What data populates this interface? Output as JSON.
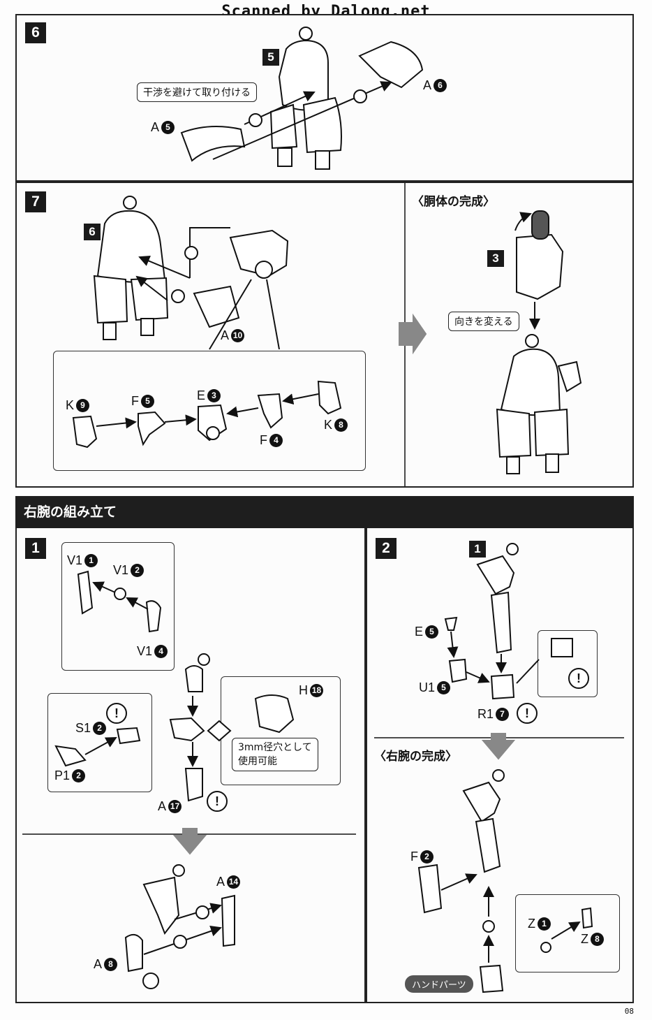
{
  "banner": "Scanned by Dalong.net",
  "step6": {
    "number": "6",
    "ref_step": "5",
    "callout": "干渉を避けて取り付ける",
    "parts": [
      {
        "letter": "A",
        "num": "5"
      },
      {
        "letter": "A",
        "num": "6"
      }
    ],
    "order": [
      "1",
      "2"
    ]
  },
  "step7": {
    "number": "7",
    "ref_step": "6",
    "parts": [
      {
        "letter": "A",
        "num": "10"
      },
      {
        "letter": "K",
        "num": "9"
      },
      {
        "letter": "F",
        "num": "5"
      },
      {
        "letter": "E",
        "num": "3"
      },
      {
        "letter": "F",
        "num": "4"
      },
      {
        "letter": "K",
        "num": "8"
      }
    ],
    "order": [
      "1",
      "2"
    ]
  },
  "torso_complete": {
    "title": "〈胴体の完成〉",
    "ref_step": "3",
    "callout": "向きを変える"
  },
  "section": {
    "title": "右腕の組み立て"
  },
  "arm_step1": {
    "number": "1",
    "parts": [
      {
        "letter": "V1",
        "num": "1"
      },
      {
        "letter": "V1",
        "num": "2"
      },
      {
        "letter": "V1",
        "num": "4"
      },
      {
        "letter": "H",
        "num": "18"
      },
      {
        "letter": "S1",
        "num": "2"
      },
      {
        "letter": "P1",
        "num": "2"
      },
      {
        "letter": "A",
        "num": "17"
      },
      {
        "letter": "A",
        "num": "14"
      },
      {
        "letter": "A",
        "num": "8"
      }
    ],
    "callout": "3mm径穴として\n使用可能",
    "order": [
      "1",
      "2"
    ],
    "warn": "!"
  },
  "arm_step2": {
    "number": "2",
    "ref_step": "1",
    "parts": [
      {
        "letter": "E",
        "num": "5"
      },
      {
        "letter": "U1",
        "num": "5"
      },
      {
        "letter": "R1",
        "num": "7"
      }
    ],
    "warn": "!"
  },
  "arm_complete": {
    "title": "〈右腕の完成〉",
    "parts": [
      {
        "letter": "F",
        "num": "2"
      },
      {
        "letter": "Z",
        "num": "1"
      },
      {
        "letter": "Z",
        "num": "8"
      }
    ],
    "pill": "ハンドパーツ"
  },
  "page_number": "08"
}
